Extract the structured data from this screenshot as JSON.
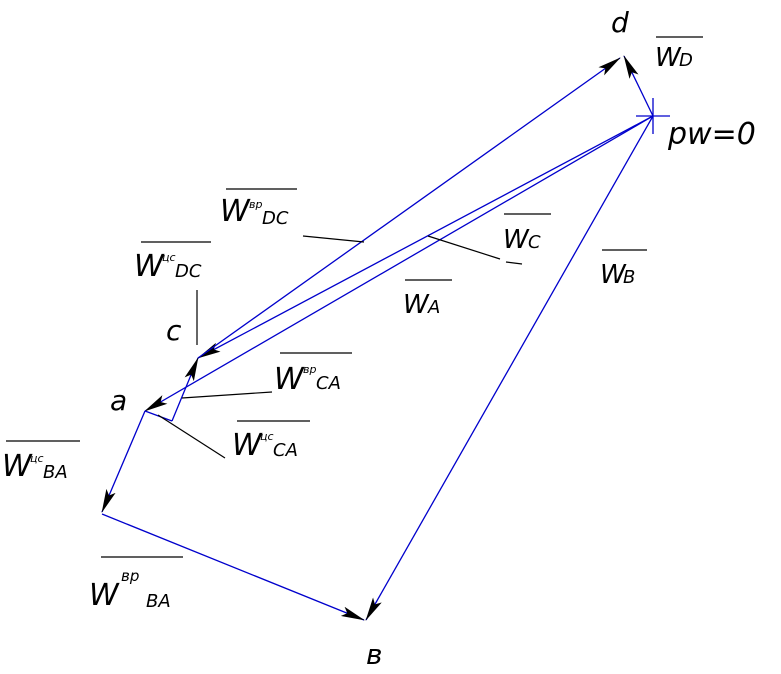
{
  "points": {
    "pole": "pw=0",
    "a": "a",
    "b": "в",
    "c": "c",
    "d": "d"
  },
  "vectors": {
    "WD": {
      "base": "W",
      "sub": "D",
      "sup": ""
    },
    "WC": {
      "base": "W",
      "sub": "C",
      "sup": ""
    },
    "WA": {
      "base": "W",
      "sub": "A",
      "sup": ""
    },
    "WB": {
      "base": "W",
      "sub": "B",
      "sup": ""
    },
    "WbpDC": {
      "base": "W",
      "sub": "DC",
      "sup": "вр"
    },
    "WucDC": {
      "base": "W",
      "sub": "DC",
      "sup": "цс"
    },
    "WbpCA": {
      "base": "W",
      "sub": "CA",
      "sup": "вр"
    },
    "WucCA": {
      "base": "W",
      "sub": "CA",
      "sup": "цс"
    },
    "WucBA": {
      "base": "W",
      "sub": "BA",
      "sup": "цс"
    },
    "WbpBA": {
      "base": "W",
      "sub": "BA",
      "sup": "вр"
    }
  },
  "colors": {
    "vector": "#0000cc",
    "leader": "#000000",
    "arrow": "#000000"
  }
}
